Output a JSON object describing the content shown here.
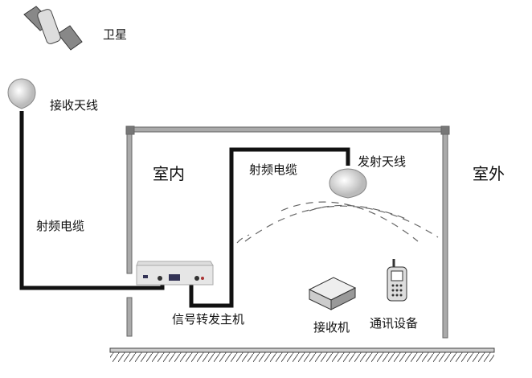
{
  "labels": {
    "satellite": "卫星",
    "receive_antenna": "接收天线",
    "rf_cable_left": "射频电缆",
    "rf_cable_right": "射频电缆",
    "indoor": "室内",
    "outdoor": "室外",
    "transmit_antenna": "发射天线",
    "repeater_host": "信号转发主机",
    "receiver": "接收机",
    "comm_device": "通讯设备"
  }
}
